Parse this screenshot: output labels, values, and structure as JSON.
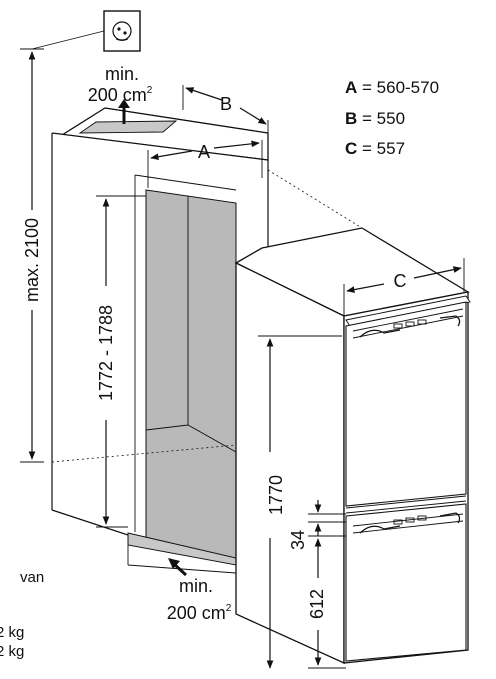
{
  "legend": [
    {
      "key": "A",
      "eq": " = ",
      "value": "560-570"
    },
    {
      "key": "B",
      "eq": " = ",
      "value": "550"
    },
    {
      "key": "C",
      "eq": " = ",
      "value": "557"
    }
  ],
  "dims": {
    "max_height": "max. 2100",
    "niche_height": "1772 - 1788",
    "label_A": "A",
    "label_B": "B",
    "label_C": "C",
    "appliance_height": "1770",
    "gap": "34",
    "lower_section": "612"
  },
  "vent_top": {
    "line1": "min.",
    "line2": "200 cm",
    "sup": "2"
  },
  "vent_bottom": {
    "line1": "min.",
    "line2": "200 cm",
    "sup": "2"
  },
  "cut_text": [
    "van",
    "2 kg",
    "2 kg"
  ]
}
